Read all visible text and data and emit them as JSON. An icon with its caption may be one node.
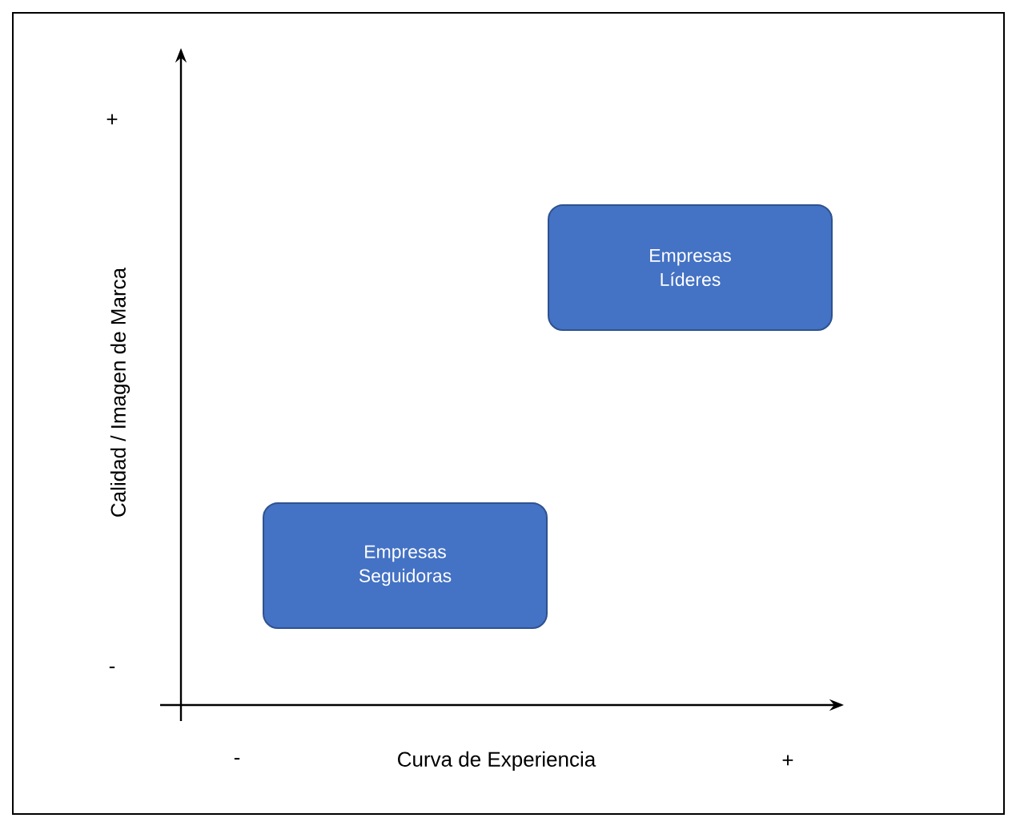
{
  "diagram": {
    "nodes": [
      {
        "text": [
          "Empresas Líderes"
        ]
      },
      {
        "text": [
          "Empresas Seguidoras"
        ]
      }
    ],
    "labels": [
      "+",
      "Calidad / Imagen de Marca",
      "-",
      "-",
      "Curva de Experiencia",
      "+"
    ]
  }
}
